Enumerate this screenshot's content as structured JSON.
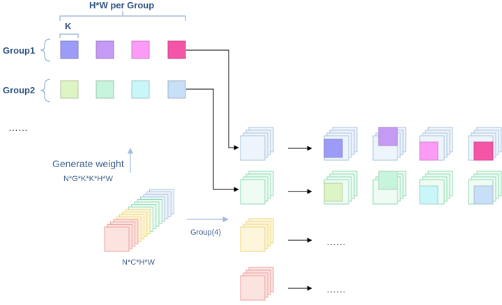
{
  "labels": {
    "hw_per_group": "H*W per Group",
    "k": "K",
    "group1": "Group1",
    "group2": "Group2",
    "ellipsis_left": "……",
    "generate_weight": "Generate weight",
    "weight_shape": "N*G*K*K*H*W",
    "input_shape": "N*C*H*W",
    "group_count": "Group(4)",
    "ellipsis_row3": "……",
    "ellipsis_row4": "……"
  },
  "colors": {
    "group1_kernels": [
      "#9c9cf8",
      "#c49af4",
      "#fb9bf6",
      "#f455a6"
    ],
    "group2_kernels": [
      "#ddf4c4",
      "#c6f4dc",
      "#c9f7f9",
      "#c7dff7"
    ],
    "group_stack_fill": [
      "#eef4fb",
      "#eefcf4",
      "#fdf6dc",
      "#fbe3e0"
    ],
    "group_stack_stroke": [
      "#a9c3dd",
      "#8fdab0",
      "#f0d67a",
      "#ef9f9b"
    ],
    "connector": "#000000",
    "brace": "#8fb0d2",
    "weight_arrow": "#9fbbe0"
  }
}
